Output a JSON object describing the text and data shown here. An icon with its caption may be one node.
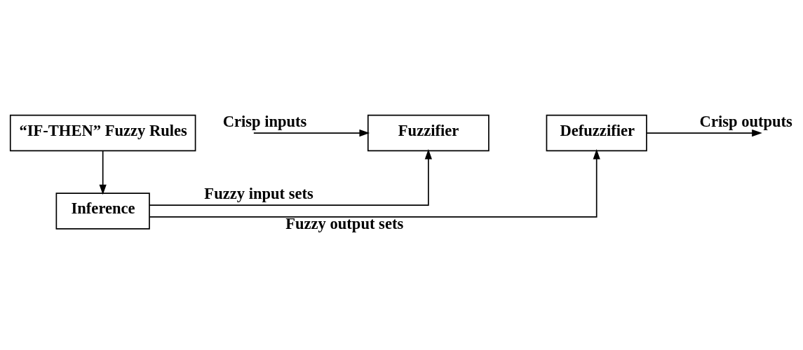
{
  "diagram": {
    "nodes": [
      {
        "text": [
          "“IF-THEN” Fuzzy Rules"
        ]
      },
      {
        "text": [
          "Fuzzifier"
        ]
      },
      {
        "text": [
          "Defuzzifier"
        ]
      },
      {
        "text": [
          "Inference"
        ]
      }
    ],
    "edges": [
      {
        "from": null,
        "to": 1,
        "arrow": "to",
        "label": "Crisp inputs"
      },
      {
        "from": 2,
        "to": null,
        "arrow": "to",
        "label": "Crisp outputs"
      },
      {
        "from": 0,
        "to": 3,
        "arrow": "to"
      },
      {
        "from": 3,
        "to": 1,
        "arrow": "to",
        "label": "Fuzzy input sets"
      },
      {
        "from": 3,
        "to": 2,
        "arrow": "to",
        "label": "Fuzzy output sets"
      }
    ]
  }
}
